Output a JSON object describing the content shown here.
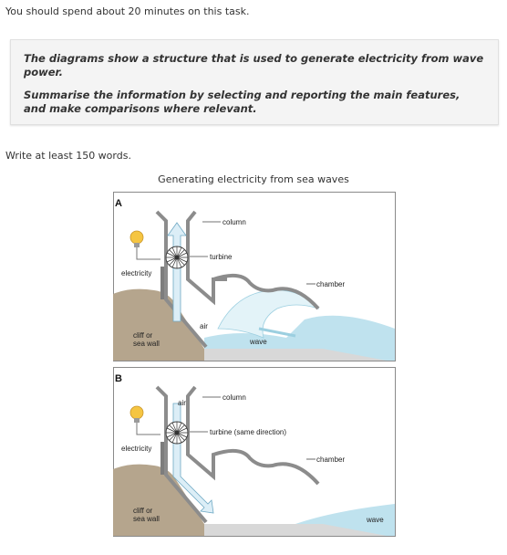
{
  "instructions": {
    "time_note": "You should spend about 20 minutes on this task.",
    "task_line1": "The diagrams show a structure that is used to generate electricity from wave power.",
    "task_line2": "Summarise the information by selecting and reporting the main features, and make comparisons where relevant.",
    "word_count": "Write at least 150 words."
  },
  "figure": {
    "title": "Generating electricity from sea waves",
    "diagram_a": {
      "letter": "A",
      "labels": {
        "column": "column",
        "turbine": "turbine",
        "chamber": "chamber",
        "electricity": "electricity",
        "air": "air",
        "cliff_line1": "cliff or",
        "cliff_line2": "sea wall",
        "wave": "wave"
      }
    },
    "diagram_b": {
      "letter": "B",
      "labels": {
        "column": "column",
        "turbine": "turbine (same direction)",
        "chamber": "chamber",
        "electricity": "electricity",
        "air": "air",
        "cliff_line1": "cliff or",
        "cliff_line2": "sea wall",
        "wave": "wave"
      }
    }
  },
  "colors": {
    "sky": "#ffffff",
    "cliff": "#b5a58d",
    "sea": "#bfe2ee",
    "wave_light": "#e3f3f8",
    "arrow": "#dceef7",
    "bulb": "#f5c542"
  }
}
